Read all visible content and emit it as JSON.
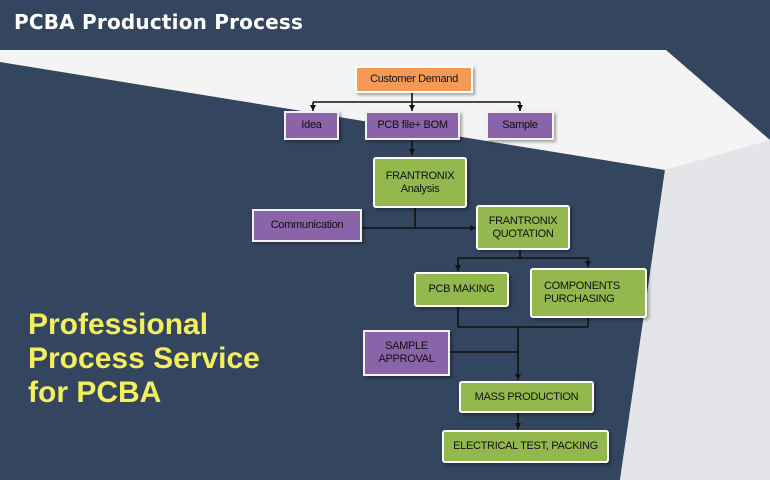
{
  "title": "PCBA Production Process",
  "slogan": {
    "line1": "Professional",
    "line2": "Process Service",
    "line3": "for PCBA"
  },
  "nodes": {
    "customer_demand": "Customer Demand",
    "idea": "Idea",
    "pcb_file_bom": "PCB file+ BOM",
    "sample": "Sample",
    "analysis": [
      "FRANTRONIX",
      "Analysis"
    ],
    "communication": "Communication",
    "quotation": [
      "FRANTRONIX",
      "QUOTATION"
    ],
    "pcb_making": "PCB MAKING",
    "components_purchasing": [
      "COMPONENTS",
      "PURCHASING"
    ],
    "sample_approval": [
      "SAMPLE",
      "APPROVAL"
    ],
    "mass_production": "MASS PRODUCTION",
    "electrical_test_packing": "ELECTRICAL TEST, PACKING"
  },
  "colors": {
    "background": "#34465f",
    "light_band": "#f4f4f4",
    "title_text": "#ffffff",
    "slogan_text": "#f4ef5e",
    "orange_box": "#f59a55",
    "purple_box": "#8b63a8",
    "green_box": "#92b84e"
  }
}
